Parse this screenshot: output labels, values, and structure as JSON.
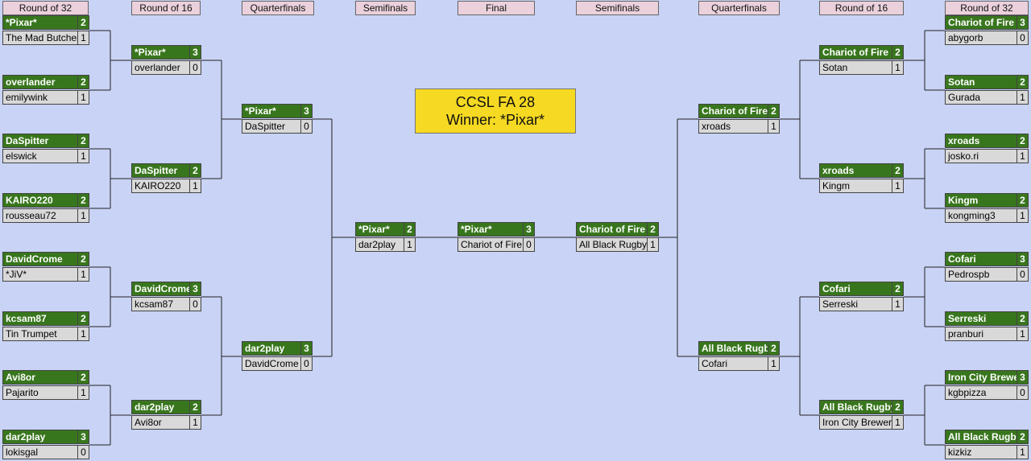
{
  "title": {
    "line1": "CCSL FA 28",
    "line2": "Winner: *Pixar*"
  },
  "rounds": {
    "r32_left": "Round of 32",
    "r16_left": "Round of 16",
    "qf_left": "Quarterfinals",
    "sf_left": "Semifinals",
    "final": "Final",
    "sf_right": "Semifinals",
    "qf_right": "Quarterfinals",
    "r16_right": "Round of 16",
    "r32_right": "Round of 32"
  },
  "matches": {
    "L32": [
      {
        "winner": "*Pixar*",
        "ws": "2",
        "loser": "The Mad Butcher",
        "ls": "1"
      },
      {
        "winner": "overlander",
        "ws": "2",
        "loser": "emilywink",
        "ls": "1"
      },
      {
        "winner": "DaSpitter",
        "ws": "2",
        "loser": "elswick",
        "ls": "1"
      },
      {
        "winner": "KAIRO220",
        "ws": "2",
        "loser": "rousseau72",
        "ls": "1"
      },
      {
        "winner": "DavidCrome",
        "ws": "2",
        "loser": "*JiV*",
        "ls": "1"
      },
      {
        "winner": "kcsam87",
        "ws": "2",
        "loser": "Tin Trumpet",
        "ls": "1"
      },
      {
        "winner": "Avi8or",
        "ws": "2",
        "loser": "Pajarito",
        "ls": "1"
      },
      {
        "winner": "dar2play",
        "ws": "3",
        "loser": "lokisgal",
        "ls": "0"
      }
    ],
    "L16": [
      {
        "winner": "*Pixar*",
        "ws": "3",
        "loser": "overlander",
        "ls": "0"
      },
      {
        "winner": "DaSpitter",
        "ws": "2",
        "loser": "KAIRO220",
        "ls": "1"
      },
      {
        "winner": "DavidCrome",
        "ws": "3",
        "loser": "kcsam87",
        "ls": "0"
      },
      {
        "winner": "dar2play",
        "ws": "2",
        "loser": "Avi8or",
        "ls": "1"
      }
    ],
    "LQF": [
      {
        "winner": "*Pixar*",
        "ws": "3",
        "loser": "DaSpitter",
        "ls": "0"
      },
      {
        "winner": "dar2play",
        "ws": "3",
        "loser": "DavidCrome",
        "ls": "0"
      }
    ],
    "LSF": [
      {
        "winner": "*Pixar*",
        "ws": "2",
        "loser": "dar2play",
        "ls": "1"
      }
    ],
    "F": [
      {
        "winner": "*Pixar*",
        "ws": "3",
        "loser": "Chariot of Fire",
        "ls": "0"
      }
    ],
    "RSF": [
      {
        "winner": "Chariot of Fire",
        "ws": "2",
        "loser": "All Black Rugby",
        "ls": "1"
      }
    ],
    "RQF": [
      {
        "winner": "Chariot of Fire",
        "ws": "2",
        "loser": "xroads",
        "ls": "1"
      },
      {
        "winner": "All Black Rugby",
        "ws": "2",
        "loser": "Cofari",
        "ls": "1"
      }
    ],
    "R16": [
      {
        "winner": "Chariot of Fire",
        "ws": "2",
        "loser": "Sotan",
        "ls": "1"
      },
      {
        "winner": "xroads",
        "ws": "2",
        "loser": "Kingm",
        "ls": "1"
      },
      {
        "winner": "Cofari",
        "ws": "2",
        "loser": "Serreski",
        "ls": "1"
      },
      {
        "winner": "All Black Rugby",
        "ws": "2",
        "loser": "Iron City Brewer",
        "ls": "1"
      }
    ],
    "R32": [
      {
        "winner": "Chariot of Fire",
        "ws": "3",
        "loser": "abygorb",
        "ls": "0"
      },
      {
        "winner": "Sotan",
        "ws": "2",
        "loser": "Gurada",
        "ls": "1"
      },
      {
        "winner": "xroads",
        "ws": "2",
        "loser": "josko.ri",
        "ls": "1"
      },
      {
        "winner": "Kingm",
        "ws": "2",
        "loser": "kongming3",
        "ls": "1"
      },
      {
        "winner": "Cofari",
        "ws": "3",
        "loser": "Pedrospb",
        "ls": "0"
      },
      {
        "winner": "Serreski",
        "ws": "2",
        "loser": "pranburi",
        "ls": "1"
      },
      {
        "winner": "Iron City Brewer",
        "ws": "3",
        "loser": "kgbpizza",
        "ls": "0"
      },
      {
        "winner": "All Black Rugby",
        "ws": "2",
        "loser": "kizkiz",
        "ls": "1"
      }
    ]
  }
}
